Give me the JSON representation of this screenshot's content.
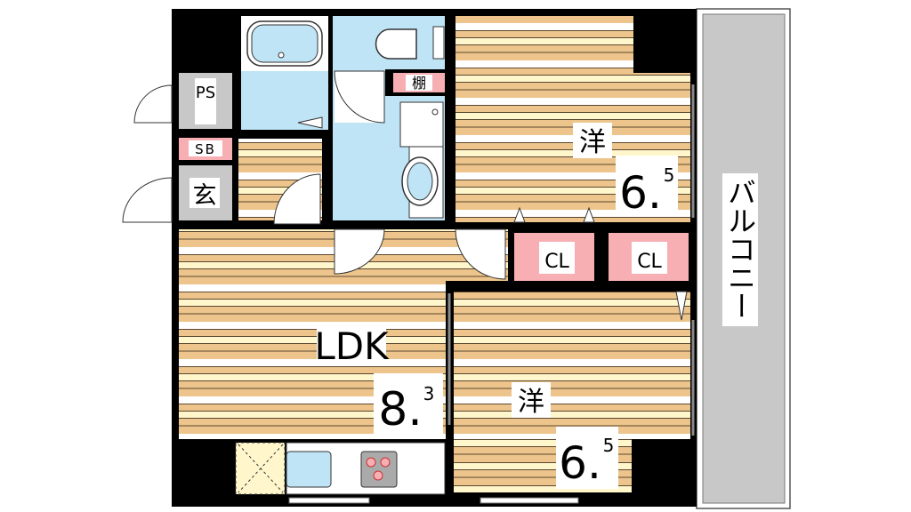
{
  "rooms": {
    "ps": "PS",
    "sb": "SB",
    "entrance": "玄",
    "shelf": "棚",
    "western1": {
      "label": "洋",
      "size_main": "6.",
      "size_sup": "5"
    },
    "western2": {
      "label": "洋",
      "size_main": "6.",
      "size_sup": "5"
    },
    "ldk": {
      "label": "LDK",
      "size_main": "8.",
      "size_sup": "3"
    },
    "closet1": "CL",
    "closet2": "CL",
    "balcony": "バルコニー"
  },
  "colors": {
    "wall": "#000000",
    "floor_tan": "#EDC58C",
    "floor_cream": "#FFF6CC",
    "wet_area": "#BFE4F6",
    "closet": "#F7AFB3",
    "gray": "#C8C8C8"
  }
}
